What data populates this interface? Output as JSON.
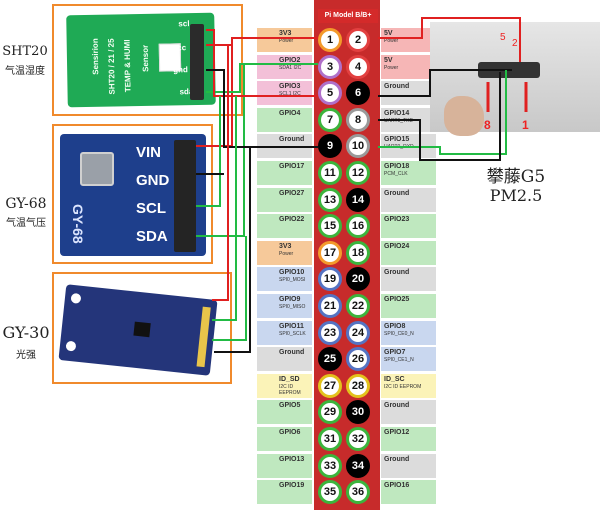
{
  "title": "Pi Model B/B+",
  "sensors": {
    "sht20": {
      "name": "SHT20",
      "desc": "气温湿度",
      "board_text": [
        "Sensirion",
        "SHT20 / 21 / 25",
        "TEMP & HUMI",
        "Sensor"
      ],
      "pins": [
        "scl",
        "vcc",
        "gnd",
        "sda"
      ]
    },
    "gy68": {
      "name": "GY-68",
      "desc": "气温气压",
      "pins": [
        "VIN",
        "GND",
        "SCL",
        "SDA"
      ],
      "board_text": "GY-68"
    },
    "gy30": {
      "name": "GY-30",
      "desc": "光强"
    },
    "g5": {
      "name": "攀藤G5",
      "sub": "PM2.5",
      "markers": [
        "5",
        "2",
        "8",
        "1"
      ]
    }
  },
  "left_pins": [
    {
      "name": "3V3",
      "sub": "Power",
      "num": "1",
      "color": "#f6c99a",
      "pin": "#f39a2b"
    },
    {
      "name": "GPIO2",
      "sub": "SDA1 I2C",
      "num": "3",
      "color": "#f3c0d8",
      "pin": "#b070c9"
    },
    {
      "name": "GPIO3",
      "sub": "SCL1 I2C",
      "num": "5",
      "color": "#f3c0d8",
      "pin": "#b070c9"
    },
    {
      "name": "GPIO4",
      "sub": "",
      "num": "7",
      "color": "#bfe8bf",
      "pin": "#3cb43c"
    },
    {
      "name": "Ground",
      "sub": "",
      "num": "9",
      "color": "#dcdcdc",
      "pin": "#000000"
    },
    {
      "name": "GPIO17",
      "sub": "",
      "num": "11",
      "color": "#bfe8bf",
      "pin": "#3cb43c"
    },
    {
      "name": "GPIO27",
      "sub": "",
      "num": "13",
      "color": "#bfe8bf",
      "pin": "#3cb43c"
    },
    {
      "name": "GPIO22",
      "sub": "",
      "num": "15",
      "color": "#bfe8bf",
      "pin": "#3cb43c"
    },
    {
      "name": "3V3",
      "sub": "Power",
      "num": "17",
      "color": "#f6c99a",
      "pin": "#f39a2b"
    },
    {
      "name": "GPIO10",
      "sub": "SPI0_MOSI",
      "num": "19",
      "color": "#c9d7ef",
      "pin": "#5573c2"
    },
    {
      "name": "GPIO9",
      "sub": "SPI0_MISO",
      "num": "21",
      "color": "#c9d7ef",
      "pin": "#5573c2"
    },
    {
      "name": "GPIO11",
      "sub": "SPI0_SCLK",
      "num": "23",
      "color": "#c9d7ef",
      "pin": "#5573c2"
    },
    {
      "name": "Ground",
      "sub": "",
      "num": "25",
      "color": "#dcdcdc",
      "pin": "#000000"
    },
    {
      "name": "ID_SD",
      "sub": "I2C ID EEPROM",
      "num": "27",
      "color": "#fbf3b8",
      "pin": "#e3c21c"
    },
    {
      "name": "GPIO5",
      "sub": "",
      "num": "29",
      "color": "#bfe8bf",
      "pin": "#3cb43c"
    },
    {
      "name": "GPIO6",
      "sub": "",
      "num": "31",
      "color": "#bfe8bf",
      "pin": "#3cb43c"
    },
    {
      "name": "GPIO13",
      "sub": "",
      "num": "33",
      "color": "#bfe8bf",
      "pin": "#3cb43c"
    },
    {
      "name": "GPIO19",
      "sub": "",
      "num": "35",
      "color": "#bfe8bf",
      "pin": "#3cb43c"
    }
  ],
  "right_pins": [
    {
      "name": "5V",
      "sub": "Power",
      "num": "2",
      "color": "#f6b6b6",
      "pin": "#e24040"
    },
    {
      "name": "5V",
      "sub": "Power",
      "num": "4",
      "color": "#f6b6b6",
      "pin": "#e24040"
    },
    {
      "name": "Ground",
      "sub": "",
      "num": "6",
      "color": "#dcdcdc",
      "pin": "#000000"
    },
    {
      "name": "GPIO14",
      "sub": "UART0_TXD",
      "num": "8",
      "color": "#dcdcdc",
      "pin": "#9a9a9a"
    },
    {
      "name": "GPIO15",
      "sub": "UART0_RXD",
      "num": "10",
      "color": "#dcdcdc",
      "pin": "#9a9a9a"
    },
    {
      "name": "GPIO18",
      "sub": "PCM_CLK",
      "num": "12",
      "color": "#bfe8bf",
      "pin": "#3cb43c"
    },
    {
      "name": "Ground",
      "sub": "",
      "num": "14",
      "color": "#dcdcdc",
      "pin": "#000000"
    },
    {
      "name": "GPIO23",
      "sub": "",
      "num": "16",
      "color": "#bfe8bf",
      "pin": "#3cb43c"
    },
    {
      "name": "GPIO24",
      "sub": "",
      "num": "18",
      "color": "#bfe8bf",
      "pin": "#3cb43c"
    },
    {
      "name": "Ground",
      "sub": "",
      "num": "20",
      "color": "#dcdcdc",
      "pin": "#000000"
    },
    {
      "name": "GPIO25",
      "sub": "",
      "num": "22",
      "color": "#bfe8bf",
      "pin": "#3cb43c"
    },
    {
      "name": "GPIO8",
      "sub": "SPI0_CE0_N",
      "num": "24",
      "color": "#c9d7ef",
      "pin": "#5573c2"
    },
    {
      "name": "GPIO7",
      "sub": "SPI0_CE1_N",
      "num": "26",
      "color": "#c9d7ef",
      "pin": "#5573c2"
    },
    {
      "name": "ID_SC",
      "sub": "I2C ID EEPROM",
      "num": "28",
      "color": "#fbf3b8",
      "pin": "#e3c21c"
    },
    {
      "name": "Ground",
      "sub": "",
      "num": "30",
      "color": "#dcdcdc",
      "pin": "#000000"
    },
    {
      "name": "GPIO12",
      "sub": "",
      "num": "32",
      "color": "#bfe8bf",
      "pin": "#3cb43c"
    },
    {
      "name": "Ground",
      "sub": "",
      "num": "34",
      "color": "#dcdcdc",
      "pin": "#000000"
    },
    {
      "name": "GPIO16",
      "sub": "",
      "num": "36",
      "color": "#bfe8bf",
      "pin": "#3cb43c"
    }
  ]
}
